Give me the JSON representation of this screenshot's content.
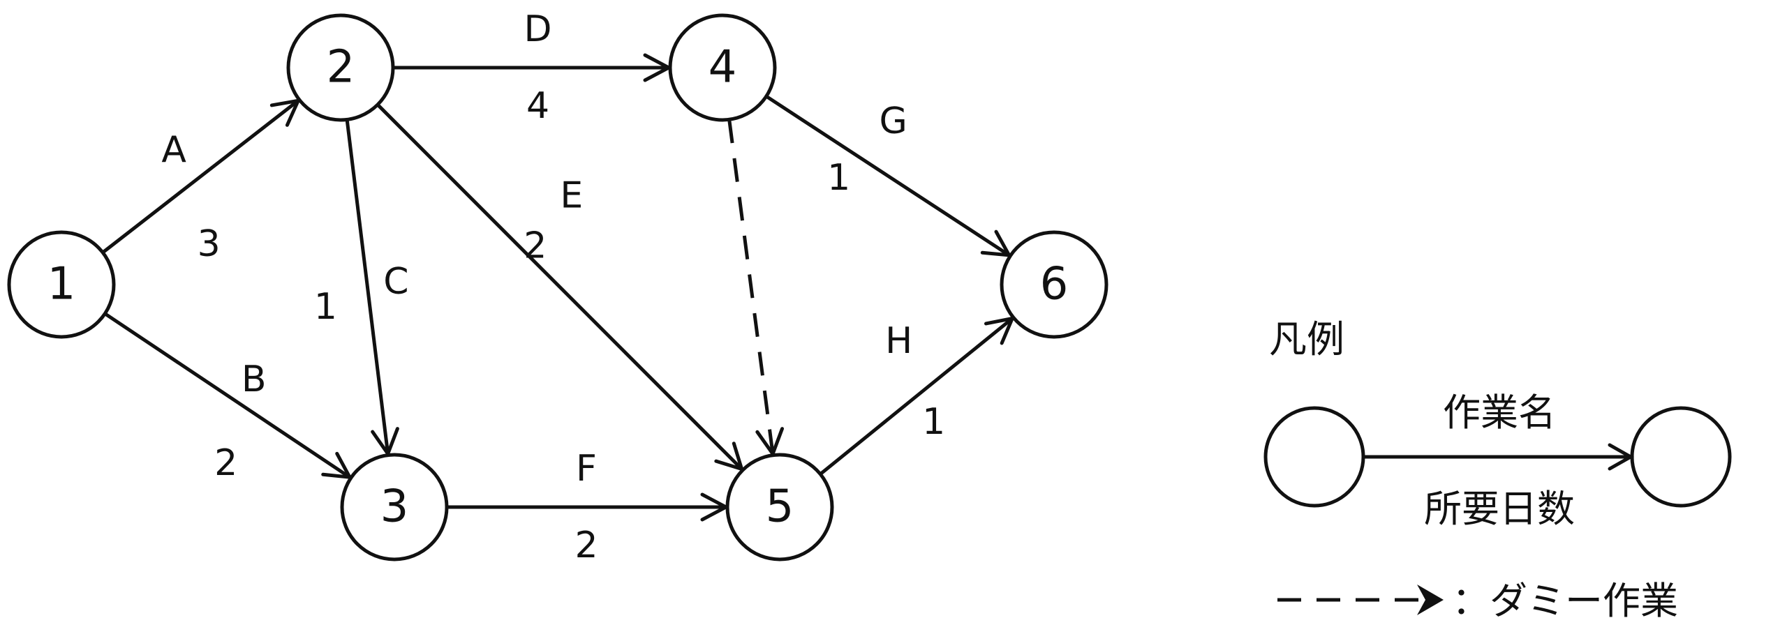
{
  "nodes": [
    {
      "id": "1",
      "label": "1"
    },
    {
      "id": "2",
      "label": "2"
    },
    {
      "id": "3",
      "label": "3"
    },
    {
      "id": "4",
      "label": "4"
    },
    {
      "id": "5",
      "label": "5"
    },
    {
      "id": "6",
      "label": "6"
    }
  ],
  "edges": [
    {
      "from": "1",
      "to": "2",
      "name": "A",
      "days": "3",
      "dummy": false
    },
    {
      "from": "1",
      "to": "3",
      "name": "B",
      "days": "2",
      "dummy": false
    },
    {
      "from": "2",
      "to": "3",
      "name": "C",
      "days": "1",
      "dummy": false
    },
    {
      "from": "2",
      "to": "4",
      "name": "D",
      "days": "4",
      "dummy": false
    },
    {
      "from": "2",
      "to": "5",
      "name": "E",
      "days": "2",
      "dummy": false
    },
    {
      "from": "3",
      "to": "5",
      "name": "F",
      "days": "2",
      "dummy": false
    },
    {
      "from": "4",
      "to": "6",
      "name": "G",
      "days": "1",
      "dummy": false
    },
    {
      "from": "5",
      "to": "6",
      "name": "H",
      "days": "1",
      "dummy": false
    },
    {
      "from": "4",
      "to": "5",
      "name": "",
      "days": "",
      "dummy": true
    }
  ],
  "legend": {
    "title": "凡例",
    "task_name": "作業名",
    "duration": "所要日数",
    "dummy_label": "：ダミー作業"
  },
  "colors": {
    "stroke": "#111111",
    "background": "#ffffff"
  }
}
